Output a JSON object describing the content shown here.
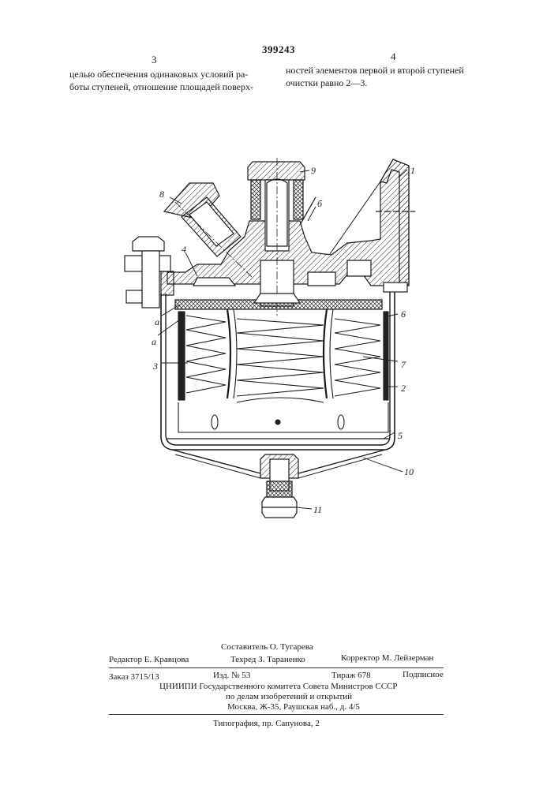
{
  "header": {
    "patent_number": "399243",
    "col_left": "3",
    "col_right": "4"
  },
  "body": {
    "left_lines": [
      "целью обеспечения одинаковых условий ра-",
      "боты ступеней, отношение площадей поверх-"
    ],
    "right_lines": [
      "ностей элементов первой и второй ступеней",
      "очистки равно 2—3."
    ]
  },
  "figure": {
    "labels": {
      "l1": "1",
      "l2": "2",
      "l3": "3",
      "l4": "4",
      "l5": "5",
      "l6": "б",
      "l6b": "6",
      "l7": "7",
      "l8": "8",
      "l9": "9",
      "l10": "10",
      "l11": "11",
      "la1": "а",
      "la2": "а"
    }
  },
  "footer": {
    "compiler": "Составитель О. Тугарева",
    "editor": "Редактор Е. Кравцова",
    "techred": "Техред З. Тараненко",
    "corrector": "Корректор М. Лейзерман",
    "order": "Заказ 3715/13",
    "izd": "Изд. № 53",
    "tirazh": "Тираж 678",
    "podpisnoe": "Подписное",
    "org1": "ЦНИИПИ Государственного комитета Совета Министров СССР",
    "org2": "по делам изобретений и открытий",
    "org3": "Москва, Ж-35, Раушская наб., д. 4/5",
    "print": "Типография, пр. Сапунова, 2"
  }
}
